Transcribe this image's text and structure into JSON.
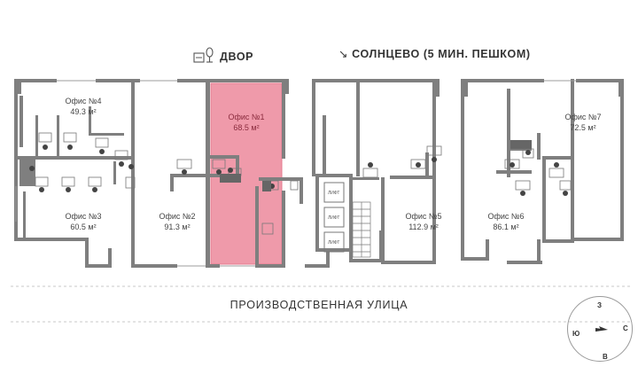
{
  "header": {
    "courtyard_label": "ДВОР",
    "direction_label": "СОЛНЦЕВО (5 МИН. ПЕШКОМ)",
    "direction_arrow": "↘"
  },
  "street_label": "ПРОИЗВОДСТВЕННАЯ УЛИЦА",
  "offices": [
    {
      "name": "Офис №4",
      "area": "49.3 м²"
    },
    {
      "name": "Офис №1",
      "area": "68.5 м²",
      "selected": true
    },
    {
      "name": "Офис №7",
      "area": "72.5 м²"
    },
    {
      "name": "Офис №3",
      "area": "60.5 м²"
    },
    {
      "name": "Офис №2",
      "area": "91.3 м²"
    },
    {
      "name": "Офис №5",
      "area": "112.9 м²"
    },
    {
      "name": "Офис №6",
      "area": "86.1 м²"
    }
  ],
  "lifts": [
    "ЛИФТ",
    "ЛИФТ",
    "ЛИФТ"
  ],
  "compass": {
    "north": "З",
    "west": "Ю",
    "east": "С",
    "south": "В"
  },
  "colors": {
    "selected_fill": "#ef9aaa",
    "selected_stroke": "#e47b8f",
    "wall": "#7f7f7f"
  },
  "icons": [
    "tree-icon",
    "arrow-down-right-icon",
    "compass-arrow-icon"
  ]
}
